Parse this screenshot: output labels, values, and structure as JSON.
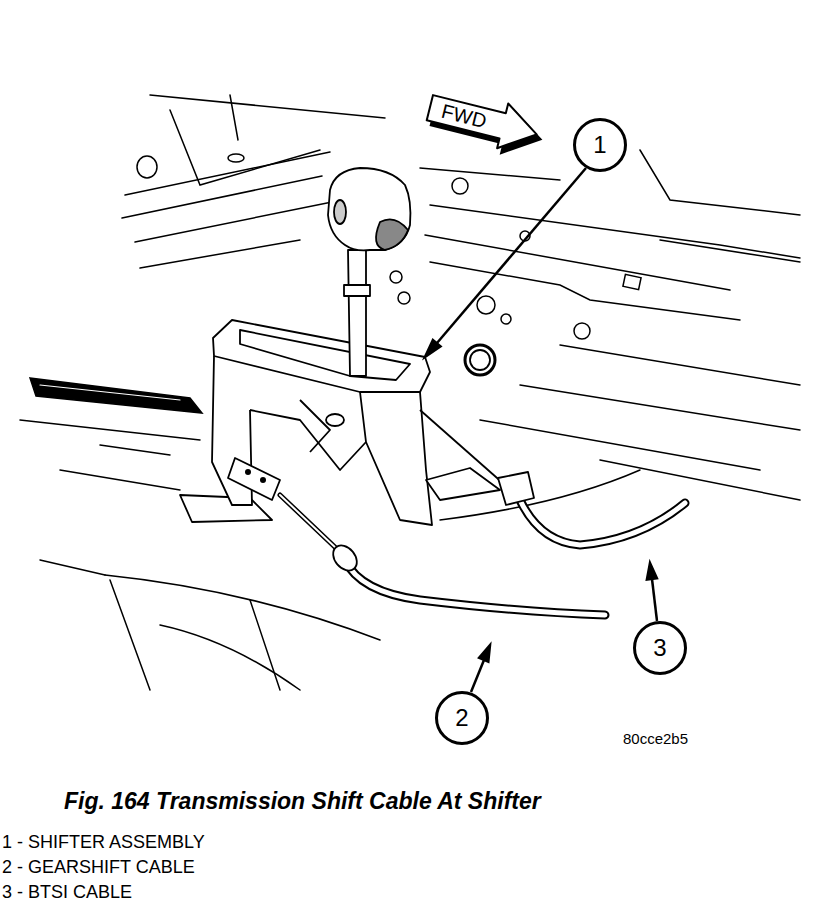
{
  "diagram": {
    "caption": "Fig. 164 Transmission Shift Cable At Shifter",
    "nodes": [
      {
        "text": [
          "FWD"
        ]
      },
      {
        "text": [
          "1"
        ]
      },
      {
        "text": [
          "3"
        ]
      },
      {
        "text": [
          "2"
        ]
      }
    ],
    "labels": [
      "80cce2b5",
      "1 - SHIFTER ASSEMBLY",
      "2 - GEARSHIFT CABLE",
      "3 - BTSI CABLE"
    ]
  }
}
